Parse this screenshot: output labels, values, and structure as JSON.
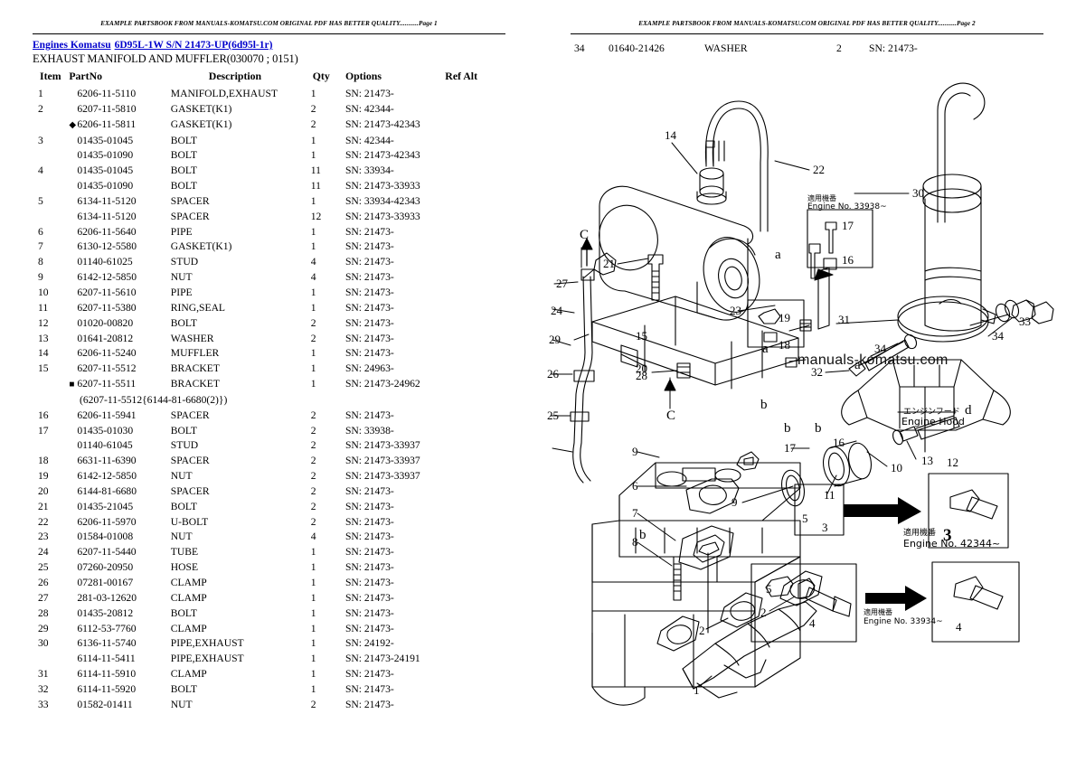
{
  "document": {
    "left_header": "EXAMPLE PARTSBOOK FROM MANUALS-KOMATSU.COM ORIGINAL PDF HAS BETTER QUALITY...........Page 1",
    "right_header": "EXAMPLE PARTSBOOK FROM MANUALS-KOMATSU.COM ORIGINAL PDF HAS BETTER QUALITY...........Page 2",
    "watermark": "manuals-komatsu.com"
  },
  "title": {
    "breadcrumb_link": "Engines Komatsu",
    "model_link": "6D95L-1W S/N 21473-UP(6d95l-1r)",
    "section": "EXHAUST MANIFOLD AND MUFFLER(030070 ; 0151)",
    "link_color": "#0000cc"
  },
  "table": {
    "headers": {
      "item": "Item",
      "part_no": "PartNo",
      "description": "Description",
      "qty": "Qty",
      "options": "Options",
      "ref_alt": "Ref Alt"
    },
    "rows": [
      {
        "item": "1",
        "marker": "",
        "part_no": "6206-11-5110",
        "description": "MANIFOLD,EXHAUST",
        "qty": "1",
        "options": "SN: 21473-",
        "ref_alt": ""
      },
      {
        "item": "2",
        "marker": "",
        "part_no": "6207-11-5810",
        "description": "GASKET(K1)",
        "qty": "2",
        "options": "SN: 42344-",
        "ref_alt": ""
      },
      {
        "item": "",
        "marker": "diamond",
        "part_no": "6206-11-5811",
        "description": "GASKET(K1)",
        "qty": "2",
        "options": "SN: 21473-42343",
        "ref_alt": ""
      },
      {
        "item": "3",
        "marker": "",
        "part_no": "01435-01045",
        "description": "BOLT",
        "qty": "1",
        "options": "SN: 42344-",
        "ref_alt": ""
      },
      {
        "item": "",
        "marker": "",
        "part_no": "01435-01090",
        "description": "BOLT",
        "qty": "1",
        "options": "SN: 21473-42343",
        "ref_alt": ""
      },
      {
        "item": "4",
        "marker": "",
        "part_no": "01435-01045",
        "description": "BOLT",
        "qty": "11",
        "options": "SN: 33934-",
        "ref_alt": ""
      },
      {
        "item": "",
        "marker": "",
        "part_no": "01435-01090",
        "description": "BOLT",
        "qty": "11",
        "options": "SN: 21473-33933",
        "ref_alt": ""
      },
      {
        "item": "5",
        "marker": "",
        "part_no": "6134-11-5120",
        "description": "SPACER",
        "qty": "1",
        "options": "SN: 33934-42343",
        "ref_alt": ""
      },
      {
        "item": "",
        "marker": "",
        "part_no": "6134-11-5120",
        "description": "SPACER",
        "qty": "12",
        "options": "SN: 21473-33933",
        "ref_alt": ""
      },
      {
        "item": "6",
        "marker": "",
        "part_no": "6206-11-5640",
        "description": "PIPE",
        "qty": "1",
        "options": "SN: 21473-",
        "ref_alt": ""
      },
      {
        "item": "7",
        "marker": "",
        "part_no": "6130-12-5580",
        "description": "GASKET(K1)",
        "qty": "1",
        "options": "SN: 21473-",
        "ref_alt": ""
      },
      {
        "item": "8",
        "marker": "",
        "part_no": "01140-61025",
        "description": "STUD",
        "qty": "4",
        "options": "SN: 21473-",
        "ref_alt": ""
      },
      {
        "item": "9",
        "marker": "",
        "part_no": "6142-12-5850",
        "description": "NUT",
        "qty": "4",
        "options": "SN: 21473-",
        "ref_alt": ""
      },
      {
        "item": "10",
        "marker": "",
        "part_no": "6207-11-5610",
        "description": "PIPE",
        "qty": "1",
        "options": "SN: 21473-",
        "ref_alt": ""
      },
      {
        "item": "11",
        "marker": "",
        "part_no": "6207-11-5380",
        "description": "RING,SEAL",
        "qty": "1",
        "options": "SN: 21473-",
        "ref_alt": ""
      },
      {
        "item": "12",
        "marker": "",
        "part_no": "01020-00820",
        "description": "BOLT",
        "qty": "2",
        "options": "SN: 21473-",
        "ref_alt": ""
      },
      {
        "item": "13",
        "marker": "",
        "part_no": "01641-20812",
        "description": "WASHER",
        "qty": "2",
        "options": "SN: 21473-",
        "ref_alt": ""
      },
      {
        "item": "14",
        "marker": "",
        "part_no": "6206-11-5240",
        "description": "MUFFLER",
        "qty": "1",
        "options": "SN: 21473-",
        "ref_alt": ""
      },
      {
        "item": "15",
        "marker": "",
        "part_no": "6207-11-5512",
        "description": "BRACKET",
        "qty": "1",
        "options": "SN: 24963-",
        "ref_alt": ""
      },
      {
        "item": "",
        "marker": "square",
        "part_no": "6207-11-5511",
        "description": "BRACKET",
        "qty": "1",
        "options": "SN: 21473-24962",
        "ref_alt": ""
      },
      {
        "item": "",
        "marker": "",
        "part_no": "",
        "description": "",
        "qty": "",
        "options": "",
        "ref_alt": "",
        "note": "(6207-11-5512{6144-81-6680(2)})"
      },
      {
        "item": "16",
        "marker": "",
        "part_no": "6206-11-5941",
        "description": "SPACER",
        "qty": "2",
        "options": "SN: 21473-",
        "ref_alt": ""
      },
      {
        "item": "17",
        "marker": "",
        "part_no": "01435-01030",
        "description": "BOLT",
        "qty": "2",
        "options": "SN: 33938-",
        "ref_alt": ""
      },
      {
        "item": "",
        "marker": "",
        "part_no": "01140-61045",
        "description": "STUD",
        "qty": "2",
        "options": "SN: 21473-33937",
        "ref_alt": ""
      },
      {
        "item": "18",
        "marker": "",
        "part_no": "6631-11-6390",
        "description": "SPACER",
        "qty": "2",
        "options": "SN: 21473-33937",
        "ref_alt": ""
      },
      {
        "item": "19",
        "marker": "",
        "part_no": "6142-12-5850",
        "description": "NUT",
        "qty": "2",
        "options": "SN: 21473-33937",
        "ref_alt": ""
      },
      {
        "item": "20",
        "marker": "",
        "part_no": "6144-81-6680",
        "description": "SPACER",
        "qty": "2",
        "options": "SN: 21473-",
        "ref_alt": ""
      },
      {
        "item": "21",
        "marker": "",
        "part_no": "01435-21045",
        "description": "BOLT",
        "qty": "2",
        "options": "SN: 21473-",
        "ref_alt": ""
      },
      {
        "item": "22",
        "marker": "",
        "part_no": "6206-11-5970",
        "description": "U-BOLT",
        "qty": "2",
        "options": "SN: 21473-",
        "ref_alt": ""
      },
      {
        "item": "23",
        "marker": "",
        "part_no": "01584-01008",
        "description": "NUT",
        "qty": "4",
        "options": "SN: 21473-",
        "ref_alt": ""
      },
      {
        "item": "24",
        "marker": "",
        "part_no": "6207-11-5440",
        "description": "TUBE",
        "qty": "1",
        "options": "SN: 21473-",
        "ref_alt": ""
      },
      {
        "item": "25",
        "marker": "",
        "part_no": "07260-20950",
        "description": "HOSE",
        "qty": "1",
        "options": "SN: 21473-",
        "ref_alt": ""
      },
      {
        "item": "26",
        "marker": "",
        "part_no": "07281-00167",
        "description": "CLAMP",
        "qty": "1",
        "options": "SN: 21473-",
        "ref_alt": ""
      },
      {
        "item": "27",
        "marker": "",
        "part_no": "281-03-12620",
        "description": "CLAMP",
        "qty": "1",
        "options": "SN: 21473-",
        "ref_alt": ""
      },
      {
        "item": "28",
        "marker": "",
        "part_no": "01435-20812",
        "description": "BOLT",
        "qty": "1",
        "options": "SN: 21473-",
        "ref_alt": ""
      },
      {
        "item": "29",
        "marker": "",
        "part_no": "6112-53-7760",
        "description": "CLAMP",
        "qty": "1",
        "options": "SN: 21473-",
        "ref_alt": ""
      },
      {
        "item": "30",
        "marker": "",
        "part_no": "6136-11-5740",
        "description": "PIPE,EXHAUST",
        "qty": "1",
        "options": "SN: 24192-",
        "ref_alt": ""
      },
      {
        "item": "",
        "marker": "",
        "part_no": "6114-11-5411",
        "description": "PIPE,EXHAUST",
        "qty": "1",
        "options": "SN: 21473-24191",
        "ref_alt": ""
      },
      {
        "item": "31",
        "marker": "",
        "part_no": "6114-11-5910",
        "description": "CLAMP",
        "qty": "1",
        "options": "SN: 21473-",
        "ref_alt": ""
      },
      {
        "item": "32",
        "marker": "",
        "part_no": "6114-11-5920",
        "description": "BOLT",
        "qty": "1",
        "options": "SN: 21473-",
        "ref_alt": ""
      },
      {
        "item": "33",
        "marker": "",
        "part_no": "01582-01411",
        "description": "NUT",
        "qty": "2",
        "options": "SN: 21473-",
        "ref_alt": ""
      }
    ],
    "continued_row": {
      "item": "34",
      "part_no": "01640-21426",
      "description": "WASHER",
      "qty": "2",
      "options": "SN: 21473-",
      "ref_alt": ""
    }
  },
  "diagram": {
    "callouts": [
      "1",
      "2",
      "3",
      "4",
      "5",
      "6",
      "7",
      "8",
      "9",
      "10",
      "11",
      "12",
      "13",
      "14",
      "15",
      "16",
      "17",
      "18",
      "19",
      "20",
      "21",
      "22",
      "23",
      "24",
      "25",
      "26",
      "27",
      "28",
      "29",
      "30",
      "31",
      "32",
      "33",
      "34"
    ],
    "section_marks": [
      "a",
      "b",
      "c",
      "d",
      "C"
    ],
    "notes": [
      {
        "jp": "適用機番",
        "en": "Engine  No.  33938~"
      },
      {
        "jp": "適用機番",
        "en": "Engine  No.  42344~"
      },
      {
        "jp": "適用機番",
        "en": "Engine  No.  33934~"
      }
    ],
    "engine_hood": {
      "jp": "エンジンフード",
      "en": "Engine  Hood"
    }
  }
}
